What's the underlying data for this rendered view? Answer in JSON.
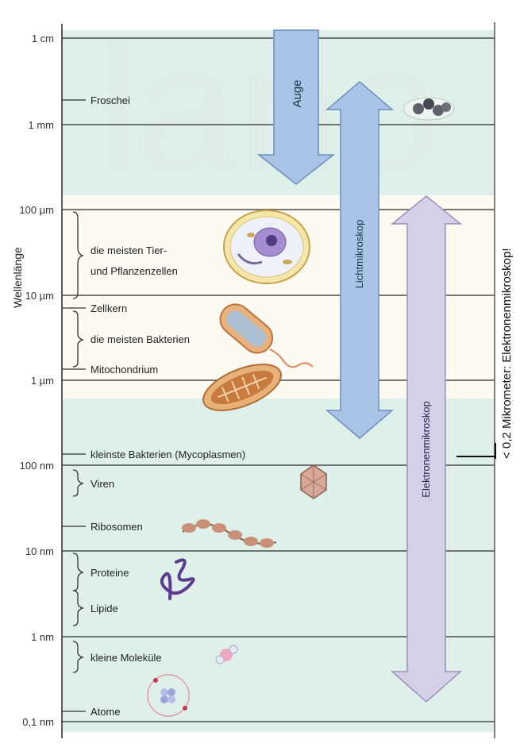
{
  "watermark": "lano",
  "y_axis_label": "Wellenlänge",
  "scale_labels": [
    "1 cm",
    "1 mm",
    "100 µm",
    "10 µm",
    "1 µm",
    "100 nm",
    "10 nm",
    "1 nm",
    "0,1 nm"
  ],
  "items": {
    "froschei": "Froschei",
    "tier_zellen_1": "die meisten Tier-",
    "tier_zellen_2": "und Pflanzenzellen",
    "zellkern": "Zellkern",
    "bakterien": "die meisten Bakterien",
    "mitochondrium": "Mitochondrium",
    "kleinste_bakterien": "kleinste Bakterien (Mycoplasmen)",
    "viren": "Viren",
    "ribosomen": "Ribosomen",
    "proteine": "Proteine",
    "lipide": "Lipide",
    "kleine_molekuele": "kleine Moleküle",
    "atome": "Atome"
  },
  "arrows": {
    "auge": "Auge",
    "lichtmikroskop": "Lichtmikroskop",
    "elektronenmikroskop": "Elektronenmikroskop"
  },
  "side_note": "< 0,2 Mikrometer: Elektronenmikroskop!",
  "colors": {
    "band_green": "#dceee7",
    "band_light": "#fdfaf1",
    "grid_line": "#4a4a4a",
    "arrow_blue": "#a9c4e6",
    "arrow_lilac": "#d6cfe8",
    "watermark": "#f3d4dc"
  }
}
